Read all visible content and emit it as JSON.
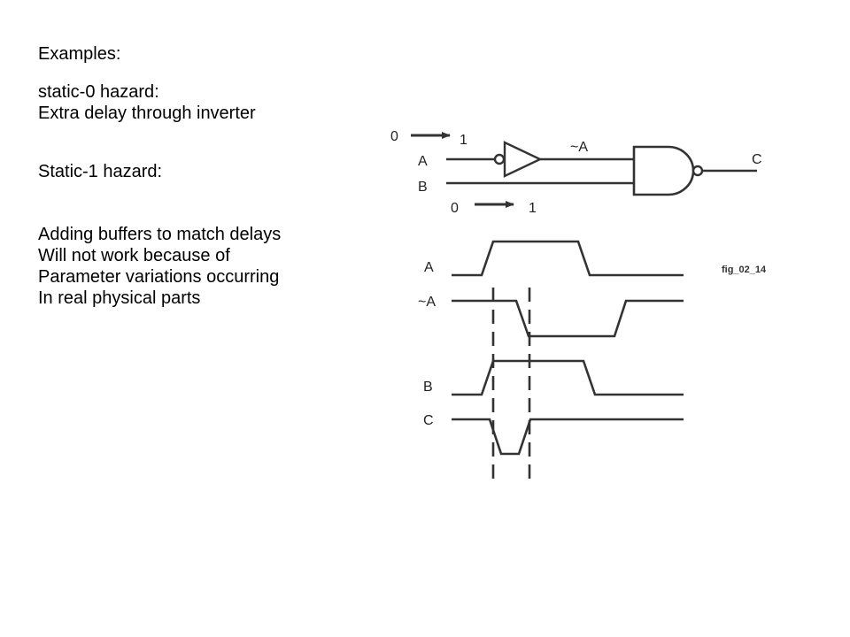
{
  "slide": {
    "heading": "Examples:",
    "static0": [
      "static-0 hazard:",
      "Extra delay through inverter"
    ],
    "static1": [
      "Static-1 hazard:"
    ],
    "buffers": [
      "Adding buffers to match delays",
      "Will not work because of",
      "Parameter variations occurring",
      "In real physical parts"
    ]
  },
  "circuit": {
    "input_a": "A",
    "input_b": "B",
    "inverter_output": "~A",
    "output": "C",
    "a_transition_from": "0",
    "a_transition_to": "1",
    "b_transition_from": "0",
    "b_transition_to": "1"
  },
  "timing": {
    "signals": [
      "A",
      "~A",
      "B",
      "C"
    ],
    "figure_label": "fig_02_14"
  }
}
